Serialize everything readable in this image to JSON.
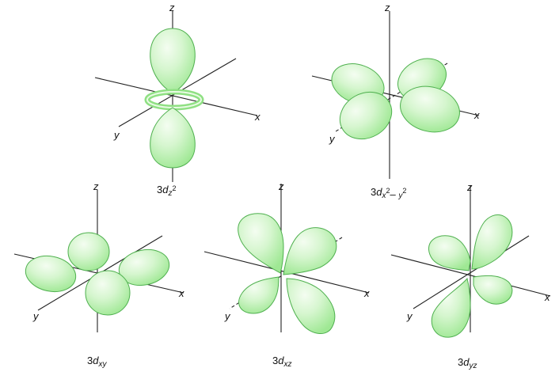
{
  "colors": {
    "lobe_fill": "#a6ec9c",
    "lobe_highlight": "#f4fdf1",
    "lobe_edge": "#5cc05a",
    "axis": "#222222"
  },
  "axes": {
    "x": "x",
    "y": "y",
    "z": "z"
  },
  "orbitals": [
    {
      "id": "dz2",
      "prefix": "3",
      "d": "d",
      "sub1": "z",
      "sup1": "2",
      "minus": "",
      "sub2": "",
      "sup2": ""
    },
    {
      "id": "dx2y2",
      "prefix": "3",
      "d": "d",
      "sub1": "x",
      "sup1": "2",
      "minus": "– ",
      "sub2": "y",
      "sup2": "2"
    },
    {
      "id": "dxy",
      "prefix": "3",
      "d": "d",
      "sub1": "xy",
      "sup1": "",
      "minus": "",
      "sub2": "",
      "sup2": ""
    },
    {
      "id": "dxz",
      "prefix": "3",
      "d": "d",
      "sub1": "xz",
      "sup1": "",
      "minus": "",
      "sub2": "",
      "sup2": ""
    },
    {
      "id": "dyz",
      "prefix": "3",
      "d": "d",
      "sub1": "yz",
      "sup1": "",
      "minus": "",
      "sub2": "",
      "sup2": ""
    }
  ]
}
